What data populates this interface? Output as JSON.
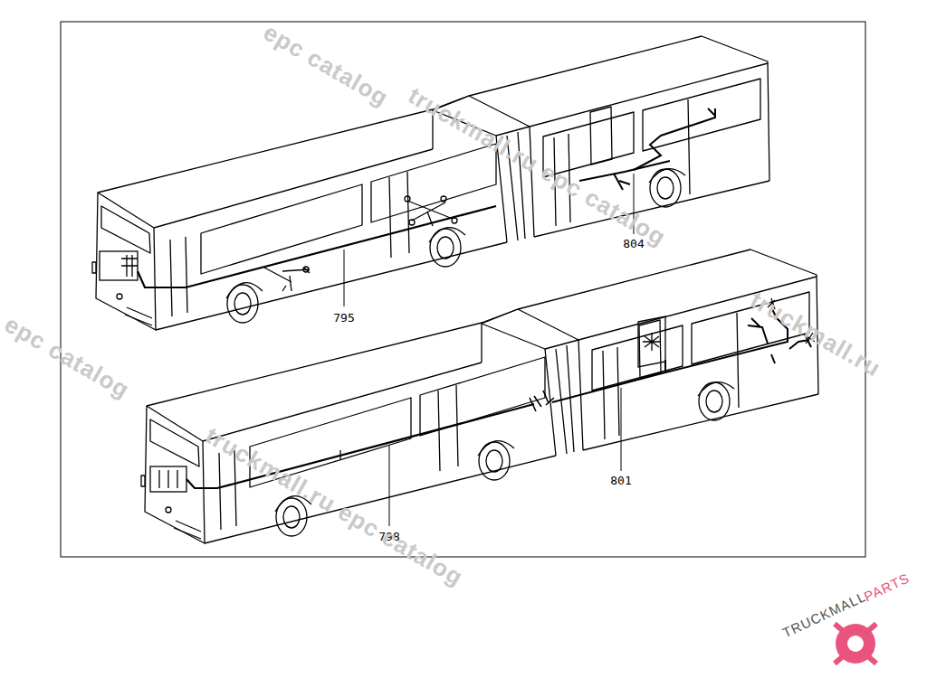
{
  "diagram": {
    "labels": [
      "795",
      "804",
      "798",
      "801",
      "epc catalog",
      "truckmall.ru epc catalog",
      "truckmall.ru",
      "epc catalog",
      "truckmall.ru epc catalog",
      "TRUCKMALL",
      "PARTS"
    ]
  }
}
